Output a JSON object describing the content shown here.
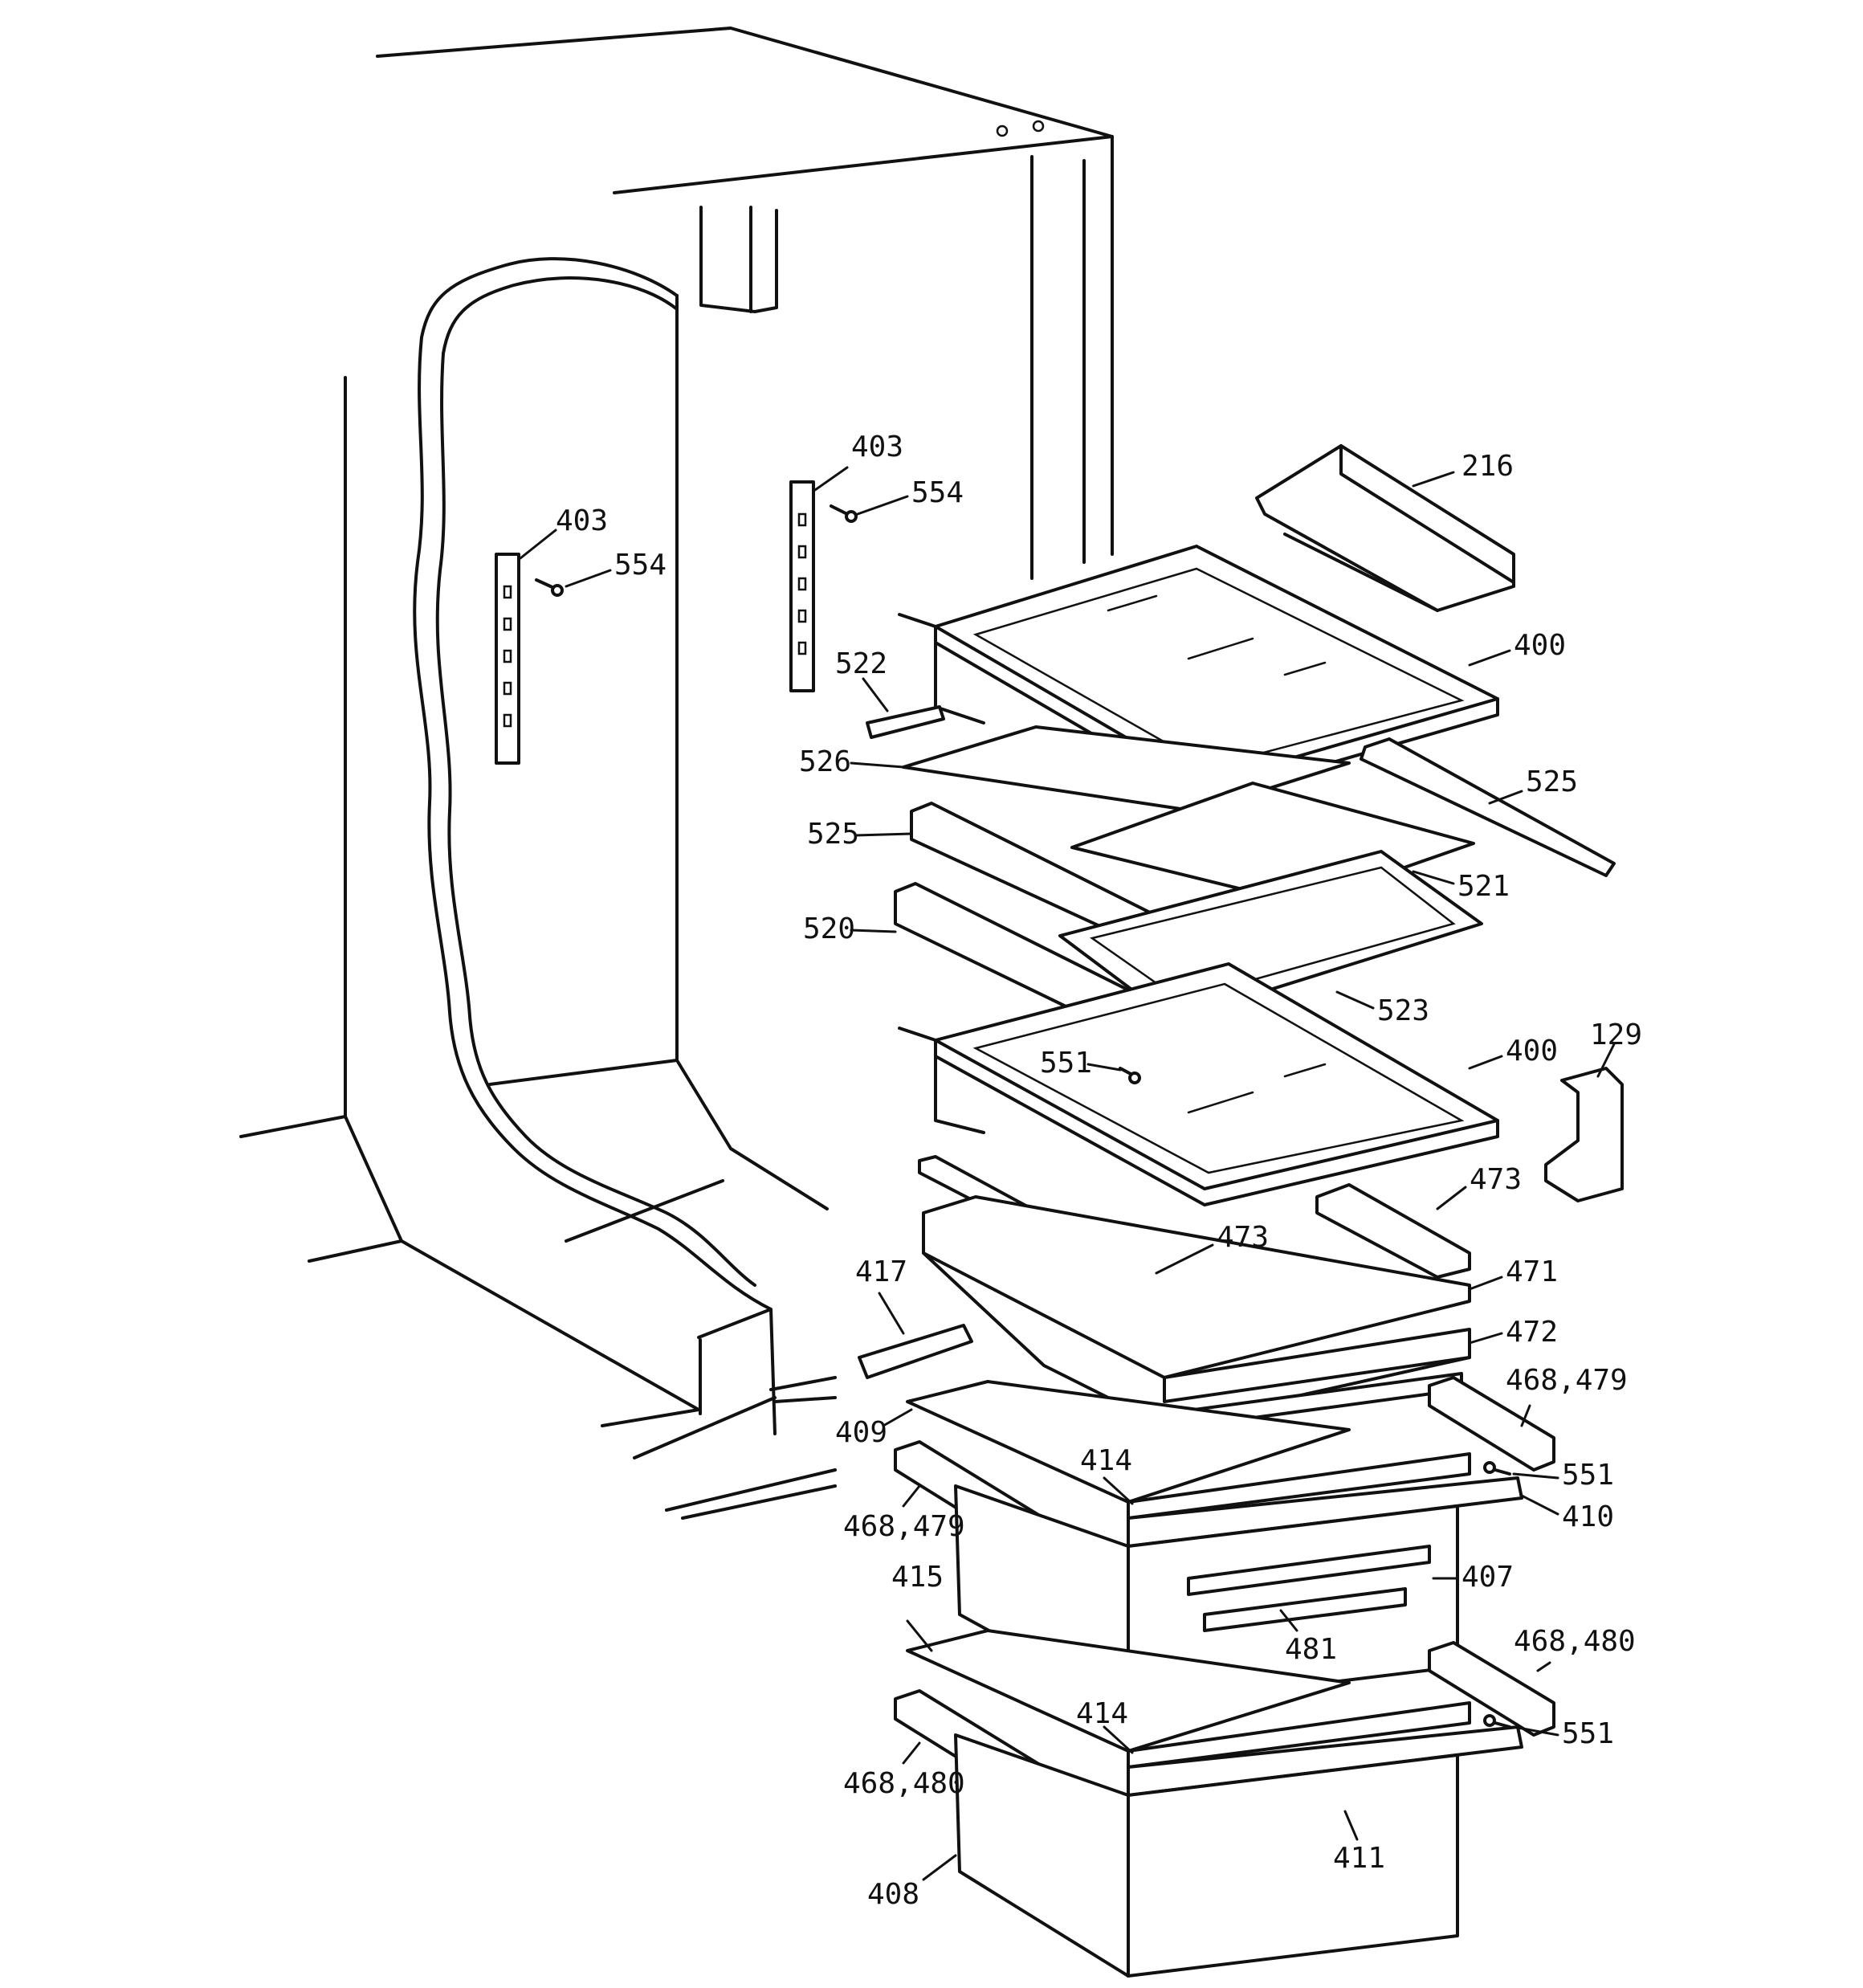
{
  "callouts": [
    {
      "id": "c-216",
      "text": "216"
    },
    {
      "id": "c-403a",
      "text": "403"
    },
    {
      "id": "c-554a",
      "text": "554"
    },
    {
      "id": "c-403b",
      "text": "403"
    },
    {
      "id": "c-554b",
      "text": "554"
    },
    {
      "id": "c-400a",
      "text": "400"
    },
    {
      "id": "c-522",
      "text": "522"
    },
    {
      "id": "c-526",
      "text": "526"
    },
    {
      "id": "c-525a",
      "text": "525"
    },
    {
      "id": "c-525b",
      "text": "525"
    },
    {
      "id": "c-521",
      "text": "521"
    },
    {
      "id": "c-520",
      "text": "520"
    },
    {
      "id": "c-523",
      "text": "523"
    },
    {
      "id": "c-129",
      "text": "129"
    },
    {
      "id": "c-400b",
      "text": "400"
    },
    {
      "id": "c-551a",
      "text": "551"
    },
    {
      "id": "c-473a",
      "text": "473"
    },
    {
      "id": "c-473b",
      "text": "473"
    },
    {
      "id": "c-471",
      "text": "471"
    },
    {
      "id": "c-417",
      "text": "417"
    },
    {
      "id": "c-472",
      "text": "472"
    },
    {
      "id": "c-468-479a",
      "text": "468,479"
    },
    {
      "id": "c-409",
      "text": "409"
    },
    {
      "id": "c-414a",
      "text": "414"
    },
    {
      "id": "c-551b",
      "text": "551"
    },
    {
      "id": "c-468-479b",
      "text": "468,479"
    },
    {
      "id": "c-410",
      "text": "410"
    },
    {
      "id": "c-415",
      "text": "415"
    },
    {
      "id": "c-407",
      "text": "407"
    },
    {
      "id": "c-481",
      "text": "481"
    },
    {
      "id": "c-468-480a",
      "text": "468,480"
    },
    {
      "id": "c-414b",
      "text": "414"
    },
    {
      "id": "c-551c",
      "text": "551"
    },
    {
      "id": "c-468-480b",
      "text": "468,480"
    },
    {
      "id": "c-411",
      "text": "411"
    },
    {
      "id": "c-408",
      "text": "408"
    }
  ]
}
